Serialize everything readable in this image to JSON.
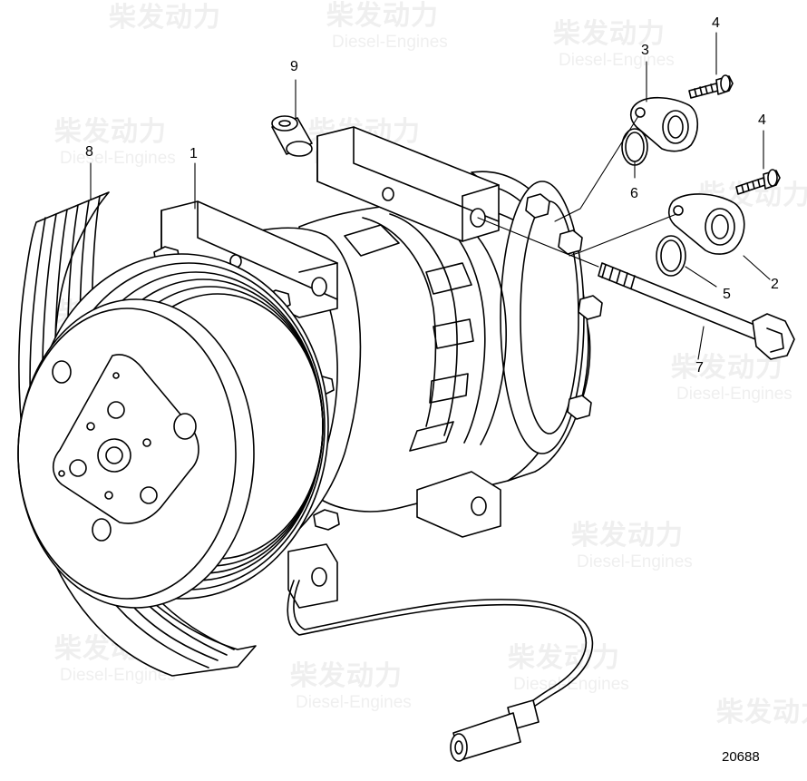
{
  "watermark": {
    "brand_cn": "柴发动力",
    "brand_en": "Diesel-Engines"
  },
  "callouts": {
    "c1": "1",
    "c2": "2",
    "c3": "3",
    "c4a": "4",
    "c4b": "4",
    "c5": "5",
    "c6": "6",
    "c7": "7",
    "c8": "8",
    "c9": "9"
  },
  "drawing_number": "20688",
  "colors": {
    "line": "#000000",
    "watermark": "#b9b9b9",
    "background": "#ffffff"
  }
}
